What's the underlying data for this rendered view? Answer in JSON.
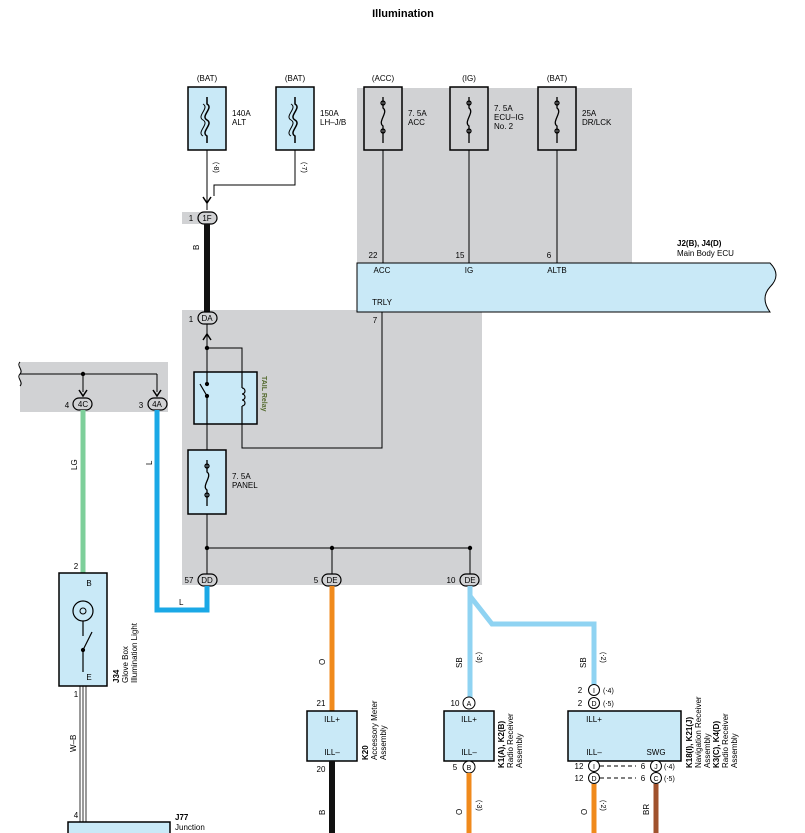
{
  "title": "Illumination",
  "sources": {
    "fuse140_src": "(BAT)",
    "fuse150_src": "(BAT)",
    "acc_src": "(ACC)",
    "ig_src": "(IG)",
    "drlck_src": "(BAT)"
  },
  "fuses": {
    "f140_amp": "140A",
    "f140_name": "ALT",
    "f150_amp": "150A",
    "f150_name": "LH–J/B",
    "acc_amp": "7. 5A",
    "acc_name": "ACC",
    "ig_amp": "7. 5A",
    "ig_name1": "ECU–IG",
    "ig_name2": "No. 2",
    "drlck_amp": "25A",
    "drlck_name": "DR/LCK",
    "panel_amp": "7. 5A",
    "panel_name": "PANEL"
  },
  "notes": {
    "n8": "(⋅8)",
    "n7": "(⋅7)",
    "n3": "(⋅3)",
    "n2": "(⋅2)",
    "n2b": "(⋅2)",
    "n3b": "(⋅3)"
  },
  "connectors": {
    "c1f_pin": "1",
    "c1f": "1F",
    "cda_pin": "1",
    "cda": "DA",
    "c4c_pin": "4",
    "c4c": "4C",
    "c4a_pin": "3",
    "c4a": "4A",
    "cdd_pin": "57",
    "cdd": "DD",
    "cde1_pin": "5",
    "cde1": "DE",
    "cde2_pin": "10",
    "cde2": "DE"
  },
  "ecu": {
    "ref": "J2(B), J4(D)",
    "name": "Main Body ECU",
    "pin_acc": "22",
    "lbl_acc": "ACC",
    "pin_ig": "15",
    "lbl_ig": "IG",
    "pin_altb": "6",
    "lbl_altb": "ALTB",
    "pin_trly": "7",
    "lbl_trly": "TRLY"
  },
  "relay": {
    "name": "TAIL Relay"
  },
  "wires": {
    "b1": "B",
    "lg": "LG",
    "l1": "L",
    "l2": "L",
    "wb": "W–B",
    "o1": "O",
    "b2": "B",
    "sb1": "SB",
    "sb2": "SB",
    "o2": "O",
    "o3": "O",
    "br": "BR"
  },
  "j34": {
    "pin_top": "2",
    "pin_bot": "1",
    "lbl_b": "B",
    "lbl_e": "E",
    "ref": "J34",
    "name1": "Glove Box",
    "name2": "Illumination Light"
  },
  "j77": {
    "pin": "4",
    "ref": "J77",
    "name": "Junction"
  },
  "k20": {
    "pin_top": "21",
    "pin_bot": "20",
    "ill_plus": "ILL+",
    "ill_minus": "ILL–",
    "ref": "K20",
    "name1": "Accessory Meter",
    "name2": "Assembly"
  },
  "k1": {
    "pin_top": "10",
    "pin_top_c": "A",
    "pin_bot": "5",
    "pin_bot_c": "B",
    "ill_plus": "ILL+",
    "ill_minus": "ILL–",
    "ref": "K1(A), K2(B)",
    "name1": "Radio Receiver",
    "name2": "Assembly"
  },
  "k18": {
    "p1": "2",
    "p1c": "I",
    "p1n": "(⋅4)",
    "p2": "2",
    "p2c": "D",
    "p2n": "(⋅5)",
    "p3": "12",
    "p3c": "I",
    "p3r": "6",
    "p3rc": "J",
    "p3n": "(⋅4)",
    "p4": "12",
    "p4c": "D",
    "p4r": "6",
    "p4rc": "C",
    "p4n": "(⋅5)",
    "ill_plus": "ILL+",
    "ill_minus": "ILL–",
    "swg": "SWG",
    "ref1": "K18(I), K21(J)",
    "name1": "Navigation Receiver",
    "name2": "Assembly",
    "ref2": "K3(C), K4(D)",
    "name3": "Radio Receiver",
    "name4": "Assembly"
  },
  "colors": {
    "shade": "#d1d2d4",
    "box": "#c9e9f7",
    "lg": "#7dcf9a",
    "l": "#1aa8e6",
    "sb": "#8fd3f2",
    "o": "#f08a1c",
    "br": "#a0522d",
    "b": "#111111"
  }
}
